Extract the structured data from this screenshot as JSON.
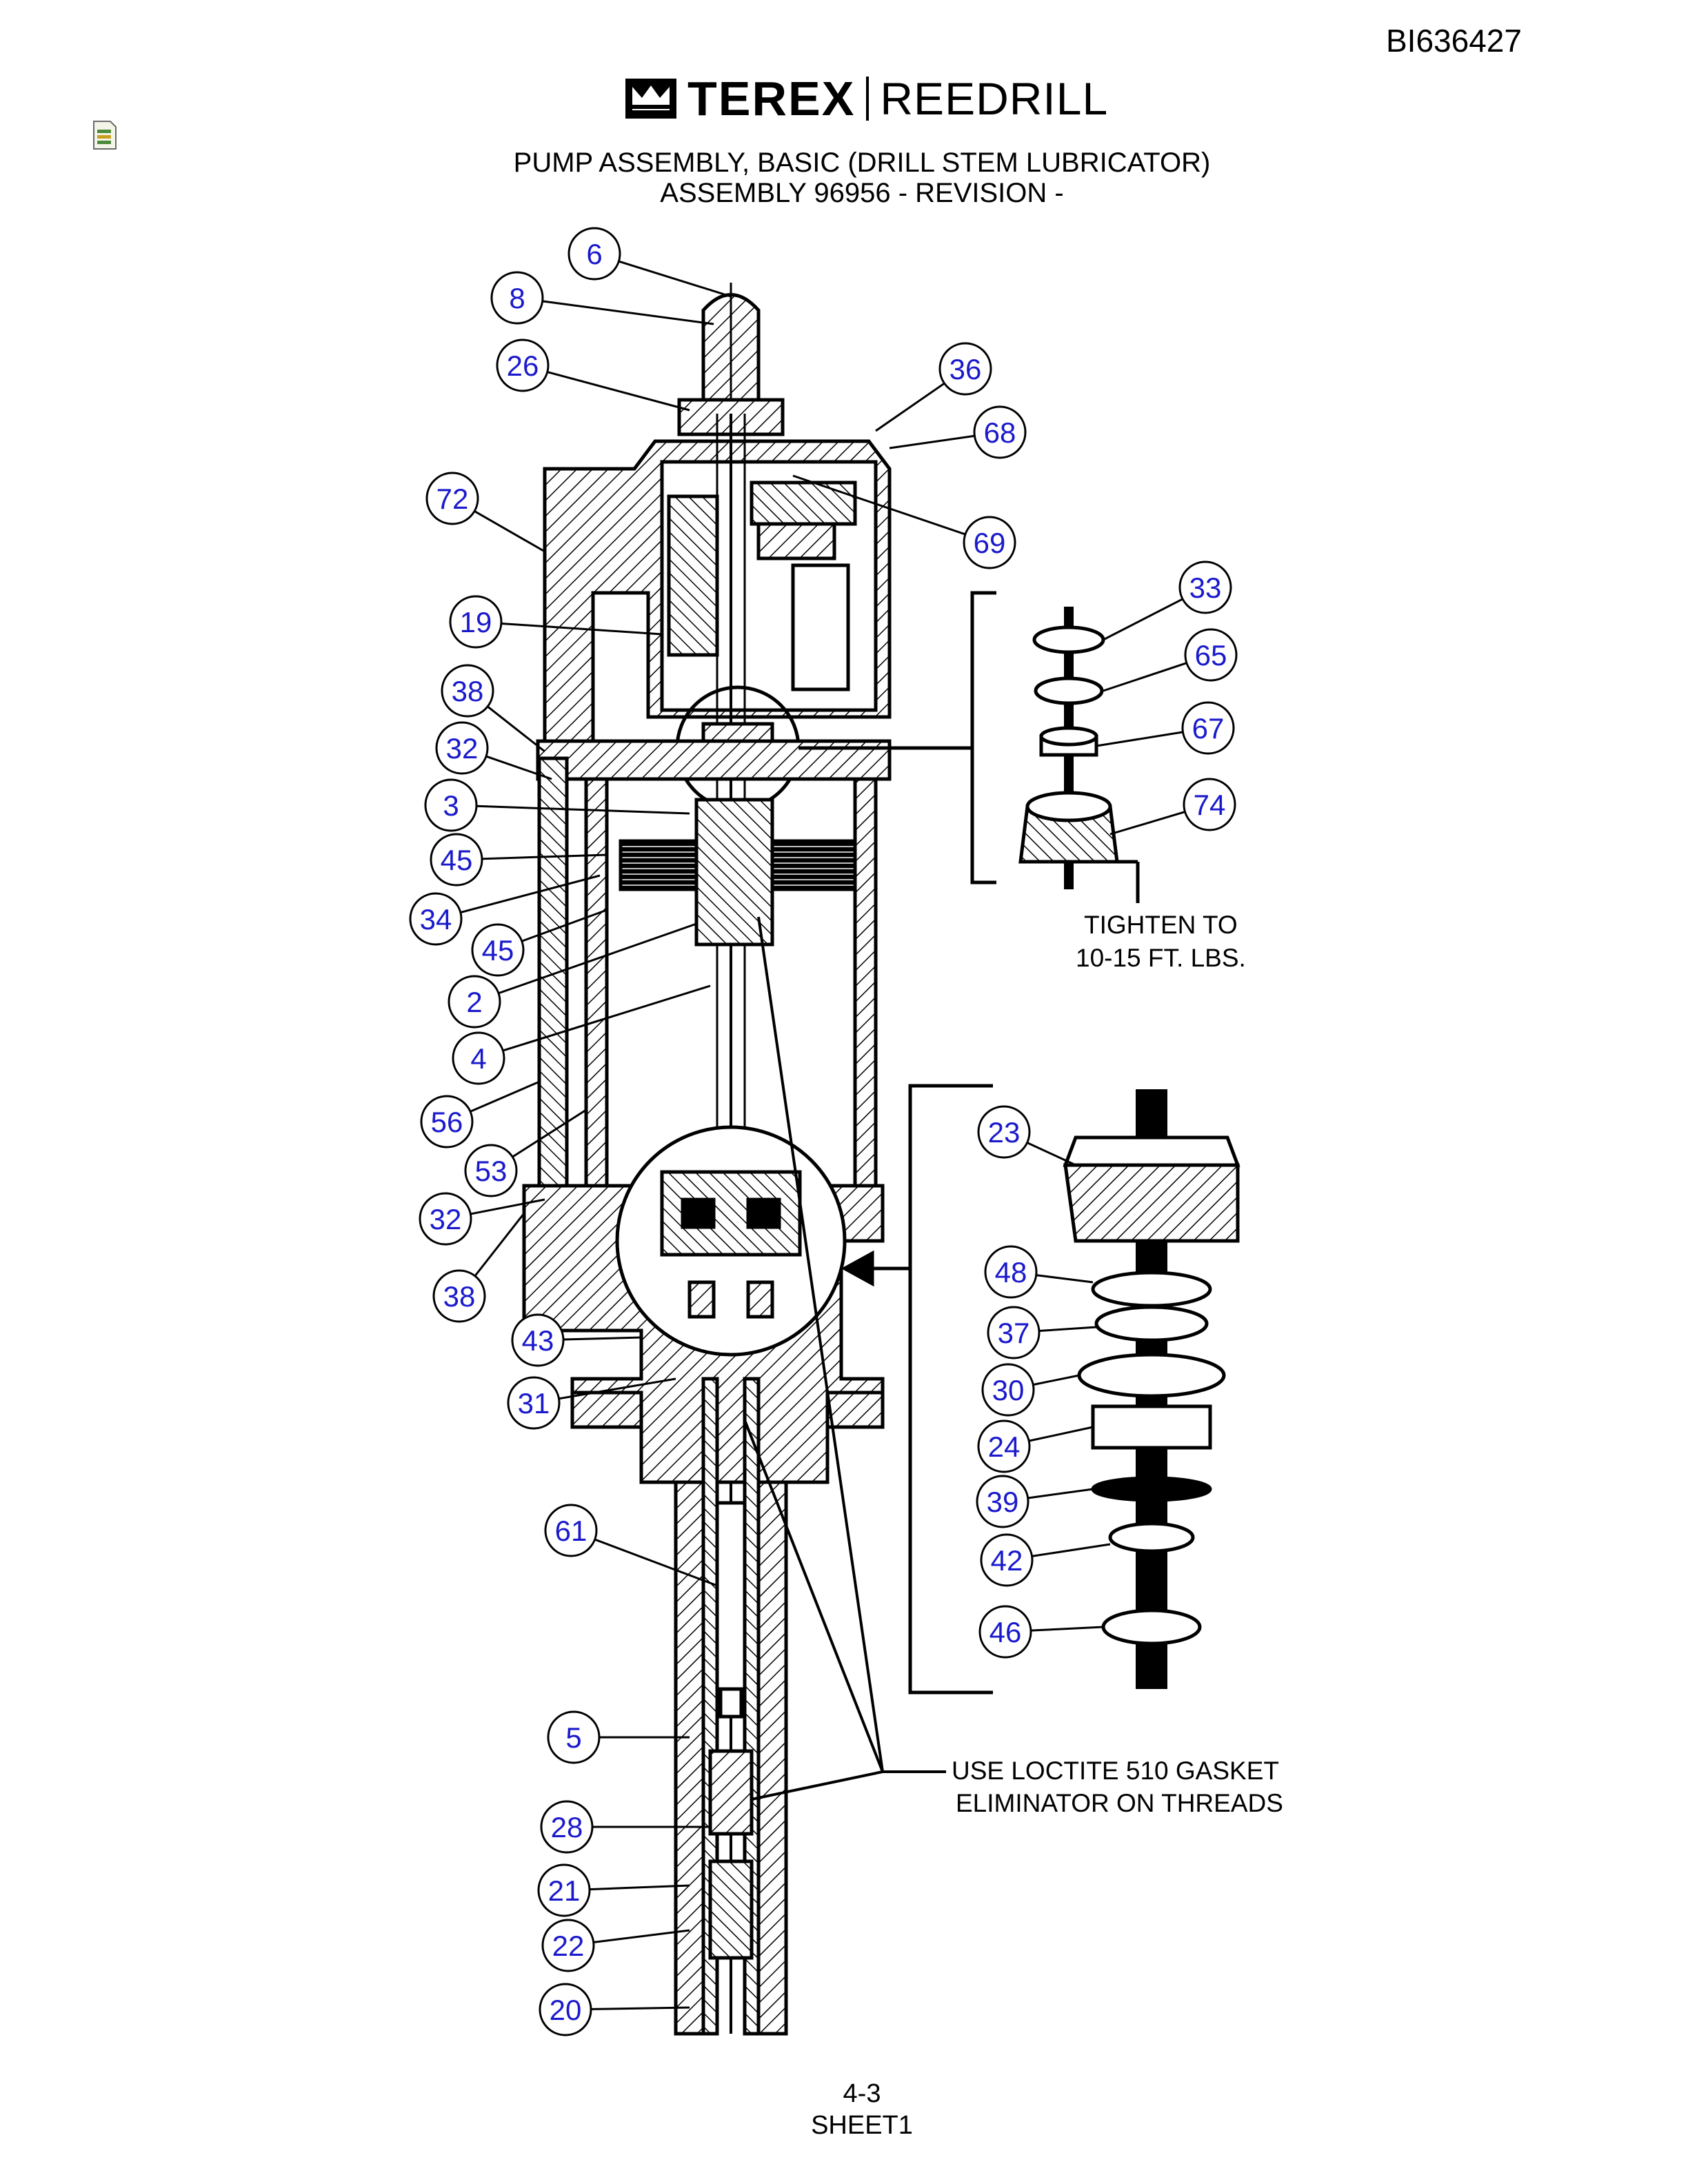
{
  "document_id": "BI636427",
  "logo": {
    "brand": "TEREX",
    "product": "REEDRILL"
  },
  "title": {
    "line1": "PUMP ASSEMBLY, BASIC (DRILL STEM LUBRICATOR)",
    "line2": "ASSEMBLY 96956 - REVISION -"
  },
  "notes": {
    "torque_line1": "TIGHTEN TO",
    "torque_line2": "10-15 FT. LBS.",
    "loctite_line1": "USE LOCTITE 510 GASKET",
    "loctite_line2": "ELIMINATOR ON THREADS"
  },
  "callouts": [
    "6",
    "8",
    "26",
    "36",
    "68",
    "69",
    "72",
    "19",
    "38",
    "32",
    "3",
    "45",
    "34",
    "45",
    "2",
    "4",
    "56",
    "53",
    "32",
    "38",
    "43",
    "31",
    "61",
    "5",
    "28",
    "21",
    "22",
    "20",
    "33",
    "65",
    "67",
    "74",
    "23",
    "48",
    "37",
    "30",
    "24",
    "39",
    "42",
    "46"
  ],
  "footer": {
    "page": "4-3",
    "sheet": "SHEET1"
  },
  "colors": {
    "callout": "#1a1acc",
    "line": "#000000"
  }
}
